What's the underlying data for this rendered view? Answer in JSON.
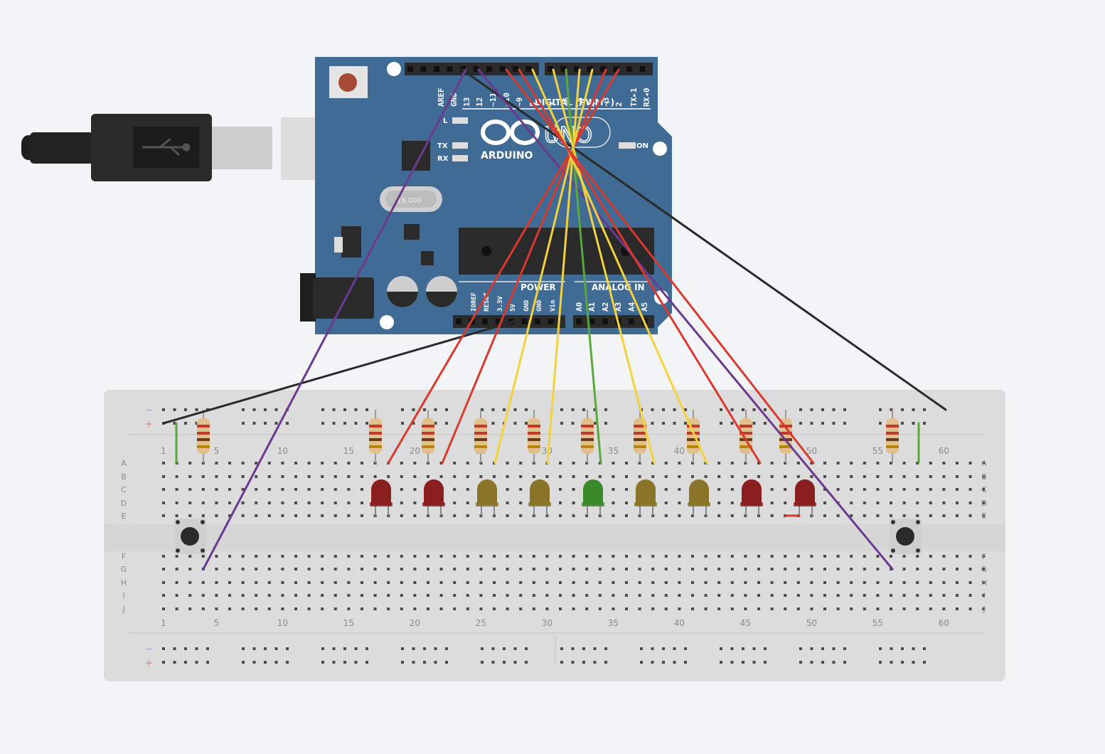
{
  "arduino": {
    "brand": "ARDUINO",
    "model": "UNO",
    "digital_header": "DIGITAL (PWM~)",
    "power_header": "POWER",
    "analog_header": "ANALOG IN",
    "on_label": "ON",
    "l_label": "L",
    "tx_label": "TX",
    "rx_label": "RX",
    "crystal_label": "16.000",
    "digital_pins": [
      "AREF",
      "GND",
      "13",
      "12",
      "~11",
      "~10",
      "~9",
      "8",
      "7",
      "~6",
      "~5",
      "4",
      "~3",
      "2",
      "TX▸1",
      "RX◂0"
    ],
    "power_pins": [
      "IOREF",
      "RESET",
      "3.3V",
      "5V",
      "GND",
      "GND",
      "Vin"
    ],
    "analog_pins": [
      "A0",
      "A1",
      "A2",
      "A3",
      "A4",
      "A5"
    ],
    "colors": {
      "board": "#3f6b94",
      "header": "#2b2b2b"
    }
  },
  "breadboard": {
    "column_numbers": [
      "1",
      "5",
      "10",
      "15",
      "20",
      "25",
      "30",
      "35",
      "40",
      "45",
      "50",
      "55",
      "60"
    ],
    "rows_top": [
      "A",
      "B",
      "C",
      "D",
      "E"
    ],
    "rows_bottom": [
      "F",
      "G",
      "H",
      "I",
      "J"
    ],
    "rail_minus": "−",
    "rail_plus": "+"
  },
  "leds": [
    {
      "color": "red"
    },
    {
      "color": "red"
    },
    {
      "color": "yellow"
    },
    {
      "color": "yellow"
    },
    {
      "color": "green"
    },
    {
      "color": "yellow"
    },
    {
      "color": "yellow"
    },
    {
      "color": "red"
    },
    {
      "color": "red"
    }
  ],
  "wire_colors": {
    "red": "#d83a2f",
    "yellow": "#f3d23b",
    "green": "#5aa83c",
    "purple": "#6b3a8f",
    "black": "#2a2a2a"
  },
  "usb_icon": "usb-icon"
}
